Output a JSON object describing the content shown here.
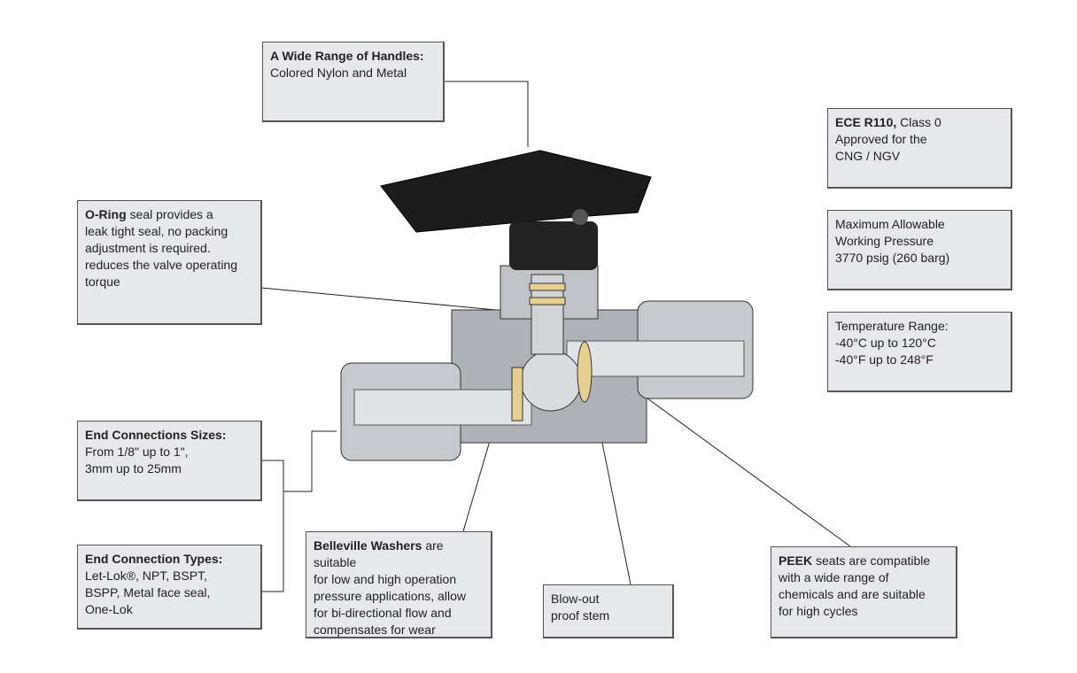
{
  "callouts": {
    "handles": {
      "bold": "A Wide Range of Handles:",
      "lines": [
        "Colored Nylon and Metal"
      ]
    },
    "oring": {
      "bold": "O-Ring",
      "first_rest": " seal provides a",
      "lines": [
        "leak tight seal, no packing",
        "adjustment is required.",
        "reduces the valve operating",
        "torque"
      ]
    },
    "ece": {
      "bold": "ECE R110,",
      "first_rest": " Class 0",
      "lines": [
        "Approved for the",
        "CNG / NGV"
      ]
    },
    "mawp": {
      "lines": [
        "Maximum Allowable",
        "Working Pressure",
        "3770 psig (260 barg)"
      ]
    },
    "temp": {
      "lines": [
        "Temperature Range:",
        "-40°C up to 120°C",
        "-40°F up to 248°F"
      ]
    },
    "sizes": {
      "bold": "End Connections Sizes:",
      "lines": [
        "From 1/8\" up to 1\",",
        "3mm up to 25mm"
      ]
    },
    "types": {
      "bold": "End Connection Types:",
      "lines": [
        "Let-Lok®, NPT, BSPT,",
        "BSPP, Metal face seal,",
        "One-Lok"
      ]
    },
    "belleville": {
      "bold": "Belleville Washers",
      "first_rest": " are suitable",
      "lines": [
        "for low and high operation",
        "pressure applications, allow",
        "for bi-directional flow and",
        "compensates for wear"
      ]
    },
    "blowout": {
      "lines": [
        "Blow-out",
        "proof stem"
      ]
    },
    "peek": {
      "bold": "PEEK",
      "first_rest": " seats are compatible",
      "lines": [
        "with a wide range of",
        "chemicals and are suitable",
        "for high cycles"
      ]
    }
  },
  "colors": {
    "box_fill": "#e6e8eb",
    "handle": "#1c1c1c",
    "body": "#b9bcc0",
    "seat": "#e6cf8e"
  }
}
